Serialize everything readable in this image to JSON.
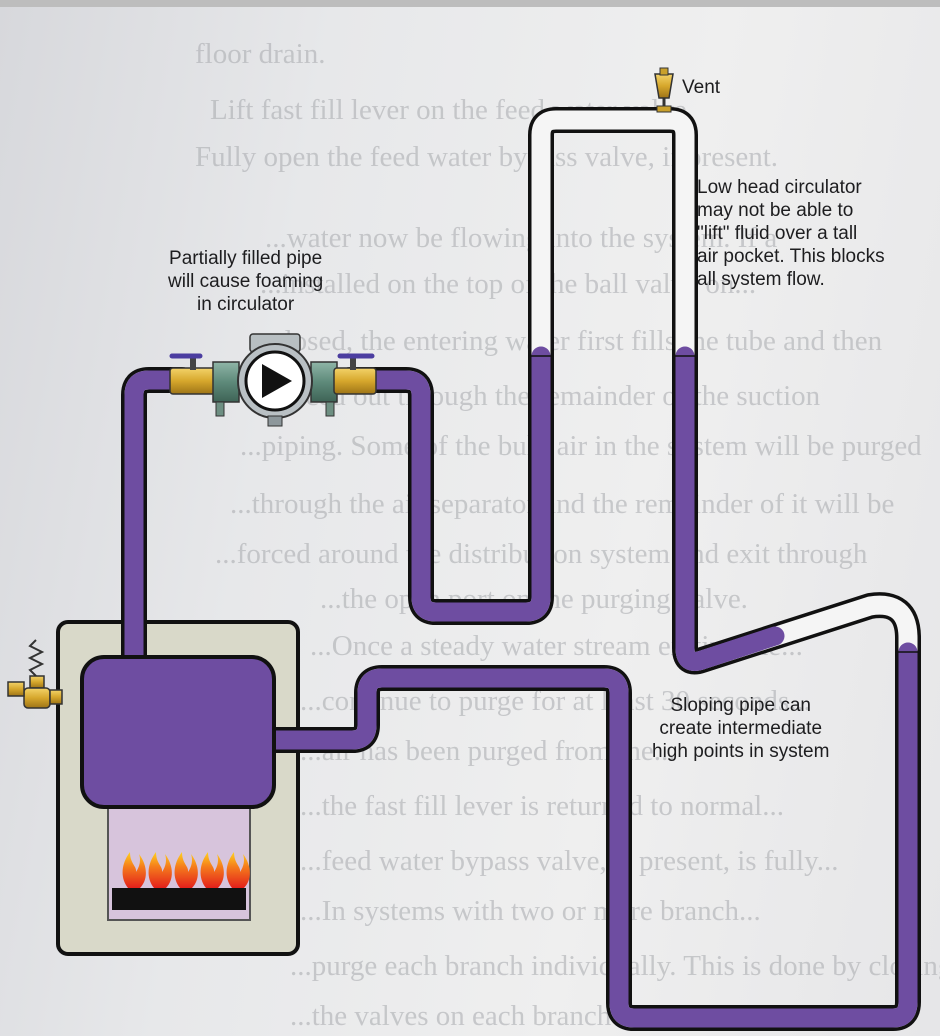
{
  "labels": {
    "vent": "Vent",
    "partially_filled": [
      "Partially filled pipe",
      "will cause foaming",
      "in circulator"
    ],
    "low_head": [
      "Low head circulator",
      "may not be able to",
      "\"lift\" fluid over a tall",
      "air pocket.  This blocks",
      "all system flow."
    ],
    "sloping": [
      "Sloping pipe can",
      "create intermediate",
      "high points in system"
    ]
  },
  "background_text": [
    "floor drain.",
    "Lift fast fill lever on the feed water valve.",
    "Fully open the feed water bypass valve, if present.",
    "...water now be flowing into the system. If a",
    "...installed on the top of the ball valve on...",
    "...closed, the entering water first fills the tube and then",
    "...forced out through the remainder of the suction",
    "...piping. Some of the bulk air in the system will be purged",
    "...through the air separator and the remainder of it will be",
    "...forced around the distribution system and exit through",
    "...the open port on the purging valve.",
    "...Once a steady water stream exiting the...",
    "...continue to purge for at least 30 seconds...",
    "...air has been purged from the...",
    "...the fast fill lever is returned to normal...",
    "...feed water bypass valve, if present, is fully...",
    "...In systems with two or more branch...",
    "...purge each branch individually. This is done by closing...",
    "...the valves on each branch while purging. W..."
  ]
}
